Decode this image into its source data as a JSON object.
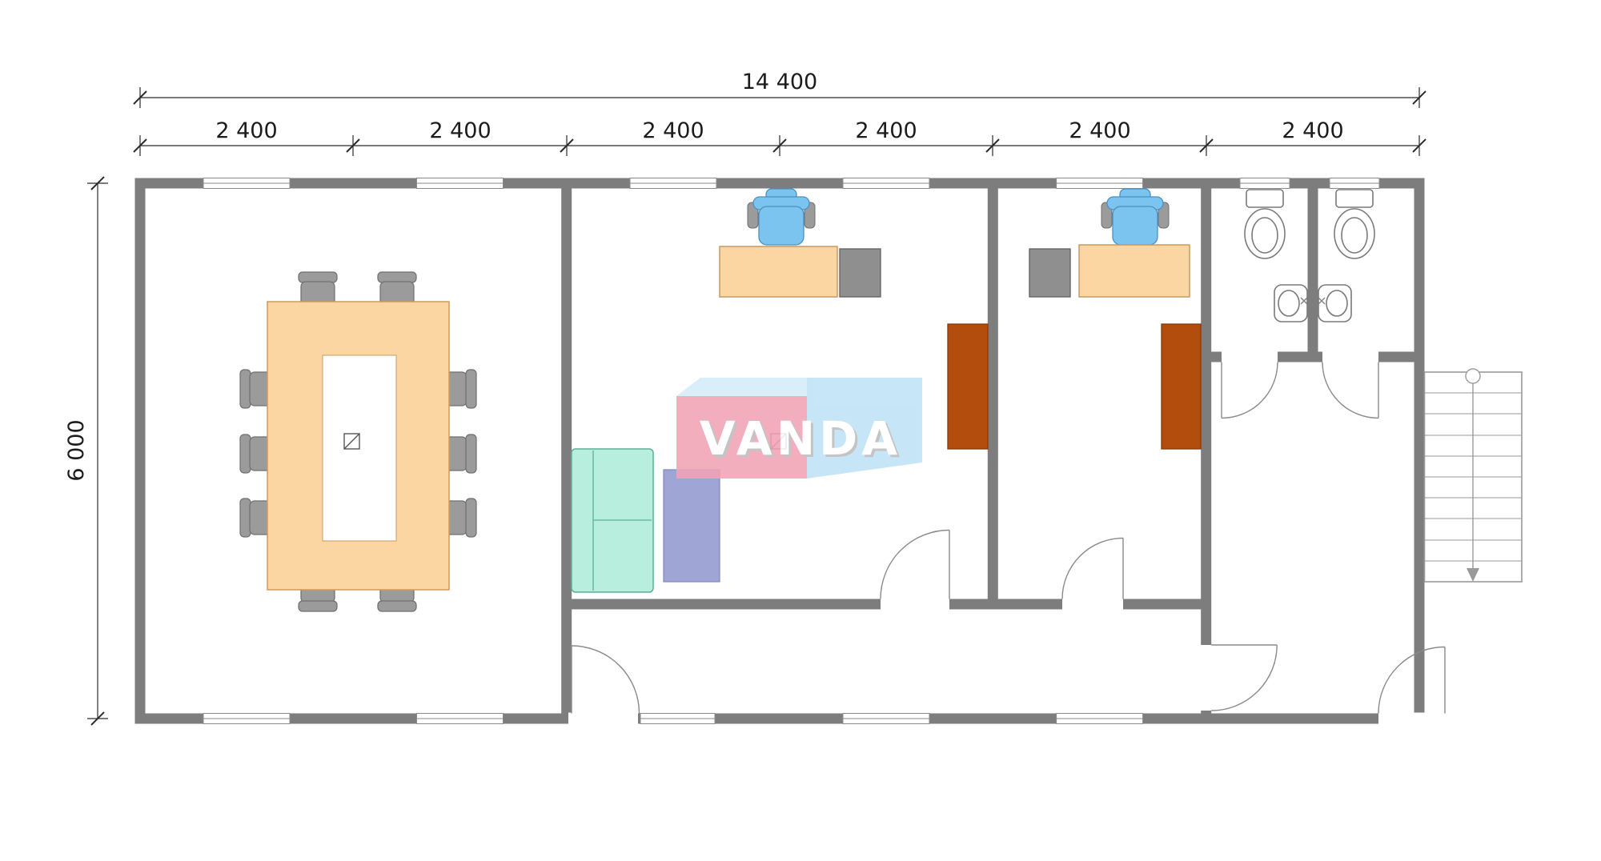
{
  "dimensions": {
    "overall_width": "14 400",
    "overall_height": "6 000",
    "bays": [
      "2 400",
      "2 400",
      "2 400",
      "2 400",
      "2 400",
      "2 400"
    ]
  },
  "logo": {
    "text": "VANDA"
  },
  "colors": {
    "wall": "#7d7d7d",
    "dimension": "#1c1c1c",
    "table": "#fbd5a2",
    "desk": "#fbd5a2",
    "chair_gray": "#9b9b9b",
    "office_chair_blue": "#7cc4f0",
    "cabinet_gray": "#8f8f8f",
    "cabinet_brown": "#b34d0e",
    "sofa_teal": "#b7eedd",
    "rug_purple": "#8f97d0",
    "logo_pink": "#f2a3b6",
    "logo_blue": "#bfe2f6",
    "logo_blue_light": "#d3ecf9"
  }
}
